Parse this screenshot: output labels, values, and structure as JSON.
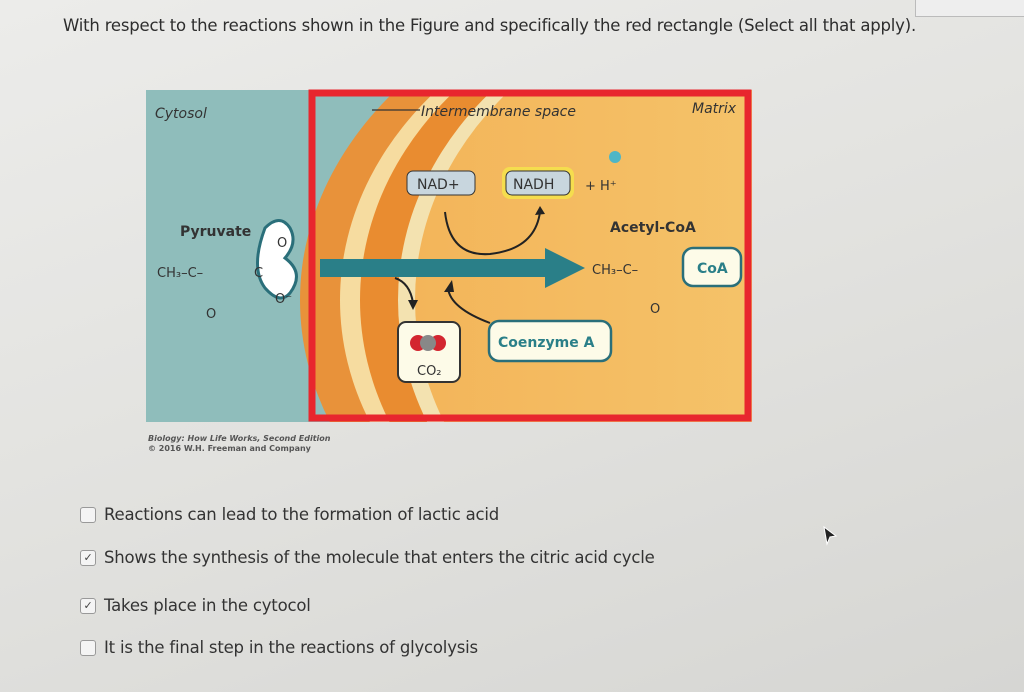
{
  "question": "With respect to the reactions shown in the Figure and specifically the red rectangle (Select all that apply).",
  "figure": {
    "cytosol": "Cytosol",
    "intermembrane": "Intermembrane space",
    "matrix": "Matrix",
    "pyruvate": "Pyruvate",
    "pyruvate_formula": "CH₃–C–",
    "pyruvate_c": "C",
    "pyruvate_o_top": "O",
    "pyruvate_o_minus": "O⁻",
    "pyruvate_o_bottom": "O",
    "nad": "NAD+",
    "nadh": "NADH",
    "h_plus": "+ H⁺",
    "acetyl_coa": "Acetyl-CoA",
    "acetyl_formula": "CH₃–C–",
    "acetyl_o": "O",
    "coa": "CoA",
    "co2": "CO₂",
    "coenzyme_a": "Coenzyme A",
    "credit_line1": "Biology: How Life Works, Second Edition",
    "credit_line2": "© 2016 W.H. Freeman and Company",
    "highlight_color": "#e8262e"
  },
  "options": [
    {
      "label": "Reactions can lead to the formation of lactic acid",
      "checked": false
    },
    {
      "label": "Shows the synthesis of the molecule that enters the citric acid cycle",
      "checked": true
    },
    {
      "label": "Takes place in the cytocol",
      "checked": true
    },
    {
      "label": "It is the final step in the reactions of glycolysis",
      "checked": false
    }
  ]
}
